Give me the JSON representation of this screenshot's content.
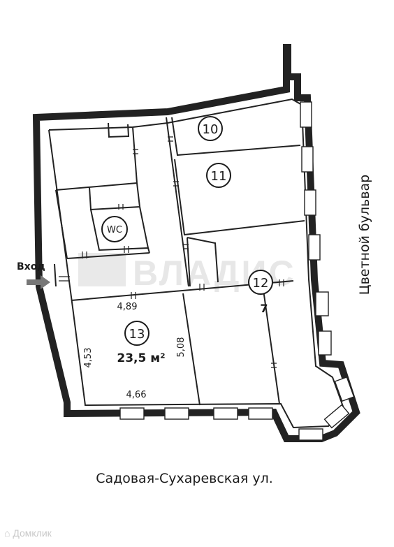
{
  "rooms": {
    "r10": "10",
    "r11": "11",
    "r12": "12",
    "r13": "13",
    "wc": "WC",
    "r12_index": "7"
  },
  "room13": {
    "area": "23,5 м²",
    "dim_top": "4,89",
    "dim_left": "4,53",
    "dim_right": "5,08",
    "dim_bottom": "4,66"
  },
  "entrance_label": "Вход",
  "street_bottom": "Садовая-Сухаревская ул.",
  "street_right": "Цветной бульвар",
  "watermark": "ВЛАДИС",
  "brand": "Домклик",
  "colors": {
    "wall": "#222222",
    "watermark": "#e7e7e7",
    "entrance_arrow": "#777777"
  }
}
